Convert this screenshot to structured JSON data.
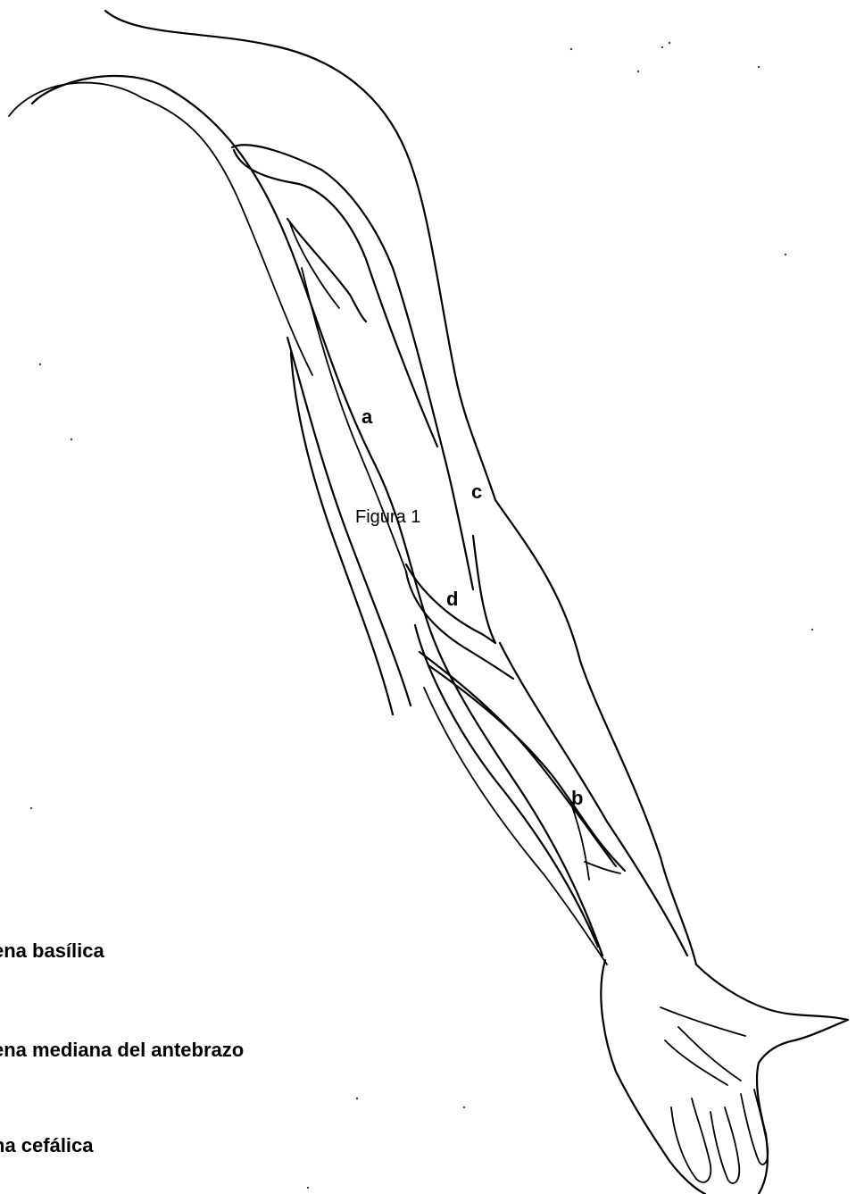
{
  "figure": {
    "caption": "Figura 1"
  },
  "labels": {
    "a": "a",
    "b": "b",
    "c": "c",
    "d": "d"
  },
  "legend": [
    "ena  basílica",
    "ena mediana del antebrazo",
    "na cefálica"
  ]
}
